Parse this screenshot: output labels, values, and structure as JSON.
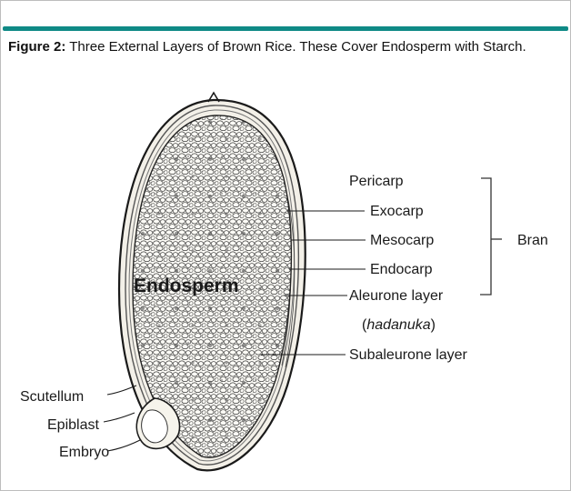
{
  "figure": {
    "label": "Figure 2:",
    "caption": " Three External Layers of Brown Rice. These Cover Endosperm with Starch."
  },
  "diagram": {
    "center_label": "Endosperm",
    "layer_labels": {
      "pericarp": "Pericarp",
      "exocarp": "Exocarp",
      "mesocarp": "Mesocarp",
      "endocarp": "Endocarp",
      "aleurone": "Aleurone layer",
      "hadanuka": "hadanuka",
      "subaleurone": "Subaleurone layer",
      "bran": "Bran"
    },
    "embryo_labels": {
      "scutellum": "Scutellum",
      "epiblast": "Epiblast",
      "embryo": "Embryo"
    }
  },
  "colors": {
    "accent_bar": "#0f8a86",
    "ink": "#1a1a1a"
  }
}
